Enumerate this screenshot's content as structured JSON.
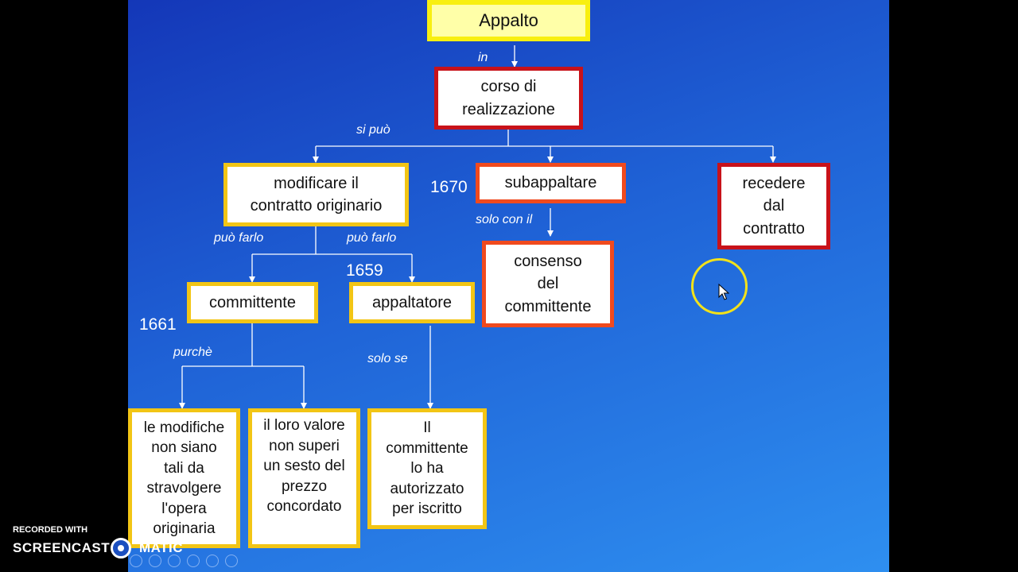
{
  "diagram": {
    "nodes": {
      "appalto": "Appalto",
      "corso": "corso di\nrealizzazione",
      "modificare": "modificare il\ncontratto originario",
      "subappaltare": "subappaltare",
      "recedere": "recedere\ndal\ncontratto",
      "committente": "committente",
      "appaltatore": "appaltatore",
      "consenso": "consenso\ndel\ncommittente",
      "modifiche": "le modifiche\nnon siano\ntali da\nstravolgere\nl'opera\noriginaria",
      "valore": "il loro valore\nnon superi\nun sesto del\nprezzo\nconcordato",
      "autorizzato": "Il\ncommittente\nlo ha\nautorizzato\nper iscritto"
    },
    "edge_labels": {
      "in": "in",
      "si_puo": "si può",
      "puo_farlo_1": "può farlo",
      "puo_farlo_2": "può farlo",
      "solo_con_il": "solo con il",
      "purche": "purchè",
      "solo_se": "solo se"
    },
    "article_numbers": {
      "n1670": "1670",
      "n1659": "1659",
      "n1661": "1661"
    }
  },
  "watermark": {
    "line1": "RECORDED WITH",
    "line2a": "SCREENCAST",
    "line2b": "MATIC"
  },
  "colors": {
    "yellow_border": "#f2c515",
    "red_border": "#c8121a",
    "orange_border": "#f04a1e",
    "background_top": "#1437b8",
    "background_bottom": "#2e8ff0"
  }
}
